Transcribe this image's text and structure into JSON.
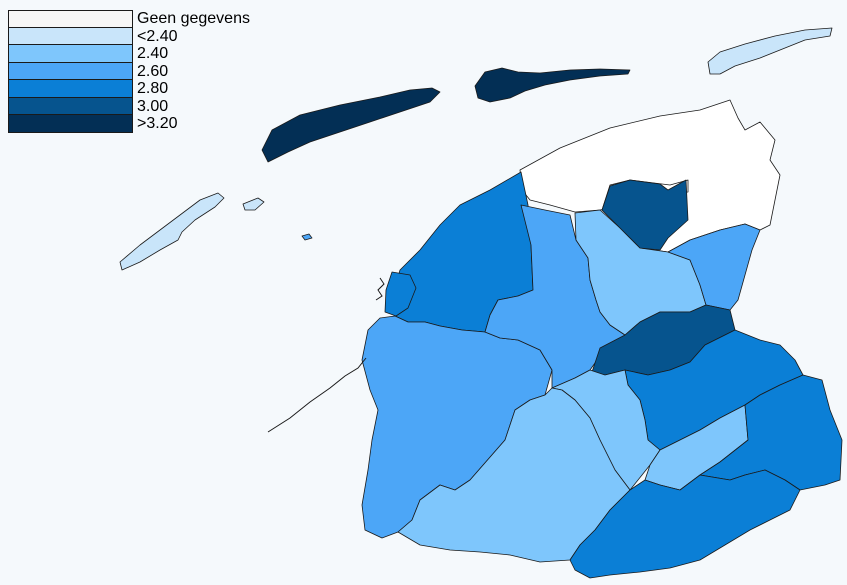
{
  "legend": {
    "items": [
      {
        "label": "Geen gegevens",
        "color": "#f6f6f6"
      },
      {
        "label": "<2.40",
        "color": "#c9e5fa"
      },
      {
        "label": "2.40",
        "color": "#7ec6fc"
      },
      {
        "label": "2.60",
        "color": "#4ca6f7"
      },
      {
        "label": "2.80",
        "color": "#0b7fd6"
      },
      {
        "label": "3.00",
        "color": "#06548e"
      },
      {
        "label": ">3.20",
        "color": "#032f55"
      }
    ]
  },
  "map": {
    "background": "#f5f9fc",
    "regions": [
      {
        "name": "island-vlieland",
        "class": 1
      },
      {
        "name": "island-terschelling",
        "class": 6
      },
      {
        "name": "island-ameland",
        "class": 6
      },
      {
        "name": "island-schiermonnikoog",
        "class": 1
      },
      {
        "name": "northwest-region",
        "class": 4
      },
      {
        "name": "harlingen",
        "class": 4
      },
      {
        "name": "west-coast-region",
        "class": 3
      },
      {
        "name": "central-north-region",
        "class": 3
      },
      {
        "name": "north-central-region",
        "class": 2
      },
      {
        "name": "north-enclave",
        "class": 5
      },
      {
        "name": "northeast-region",
        "class": 3
      },
      {
        "name": "central-dark-region",
        "class": 5
      },
      {
        "name": "east-central-region",
        "class": 4
      },
      {
        "name": "central-light-region",
        "class": 2
      },
      {
        "name": "southwest-region",
        "class": 2
      },
      {
        "name": "east-small-region",
        "class": 2
      },
      {
        "name": "east-region",
        "class": 4
      },
      {
        "name": "southeast-region",
        "class": 4
      }
    ]
  }
}
